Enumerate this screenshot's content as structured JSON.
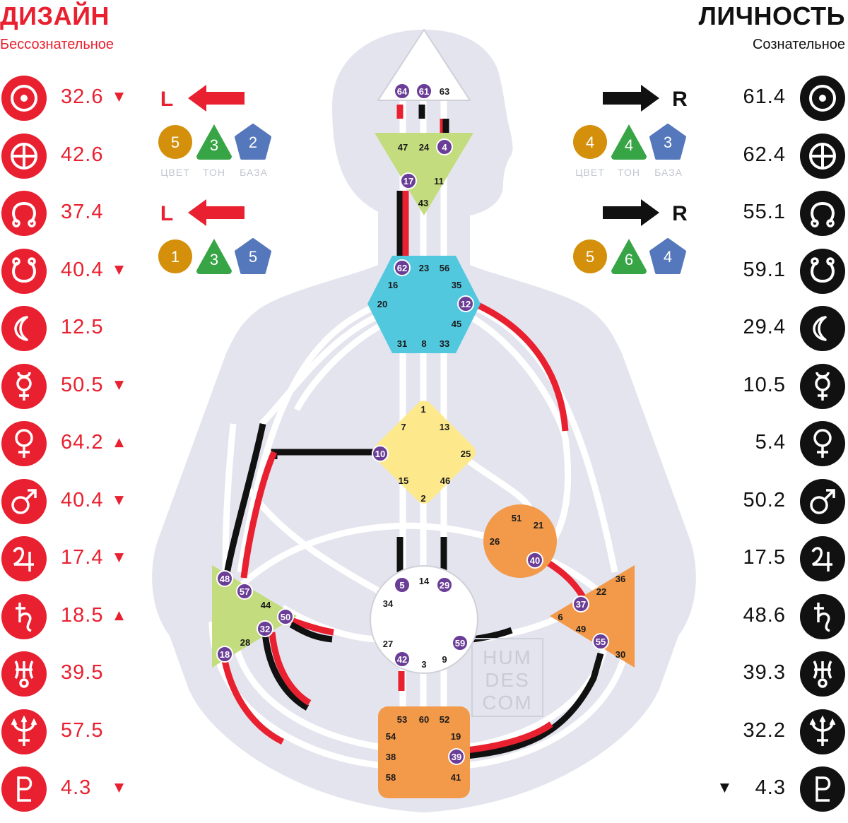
{
  "header": {
    "design_title": "ДИЗАЙН",
    "design_subtitle": "Бессознательное",
    "personality_title": "ЛИЧНОСТЬ",
    "personality_subtitle": "Сознательное"
  },
  "colors": {
    "design": "#e8202f",
    "personality": "#111111",
    "body": "#e4e4ee",
    "gate_dot": "#6a3d96",
    "yellow_center": "#fde98c",
    "green_center": "#c3dc7e",
    "blue_center": "#52c8df",
    "orange_center": "#f2994a"
  },
  "planets": [
    {
      "icon": "sun-icon",
      "design": "32.6",
      "design_arrow": "▼",
      "personality": "61.4",
      "personality_arrow": ""
    },
    {
      "icon": "earth-icon",
      "design": "42.6",
      "design_arrow": "",
      "personality": "62.4",
      "personality_arrow": ""
    },
    {
      "icon": "north-node-icon",
      "design": "37.4",
      "design_arrow": "",
      "personality": "55.1",
      "personality_arrow": ""
    },
    {
      "icon": "south-node-icon",
      "design": "40.4",
      "design_arrow": "▼",
      "personality": "59.1",
      "personality_arrow": ""
    },
    {
      "icon": "moon-icon",
      "design": "12.5",
      "design_arrow": "",
      "personality": "29.4",
      "personality_arrow": ""
    },
    {
      "icon": "mercury-icon",
      "design": "50.5",
      "design_arrow": "▼",
      "personality": "10.5",
      "personality_arrow": ""
    },
    {
      "icon": "venus-icon",
      "design": "64.2",
      "design_arrow": "▲",
      "personality": "5.4",
      "personality_arrow": ""
    },
    {
      "icon": "mars-icon",
      "design": "40.4",
      "design_arrow": "▼",
      "personality": "50.2",
      "personality_arrow": ""
    },
    {
      "icon": "jupiter-icon",
      "design": "17.4",
      "design_arrow": "▼",
      "personality": "17.5",
      "personality_arrow": ""
    },
    {
      "icon": "saturn-icon",
      "design": "18.5",
      "design_arrow": "▲",
      "personality": "48.6",
      "personality_arrow": ""
    },
    {
      "icon": "uranus-icon",
      "design": "39.5",
      "design_arrow": "",
      "personality": "39.3",
      "personality_arrow": ""
    },
    {
      "icon": "neptune-icon",
      "design": "57.5",
      "design_arrow": "",
      "personality": "32.2",
      "personality_arrow": ""
    },
    {
      "icon": "pluto-icon",
      "design": "4.3",
      "design_arrow": "▼",
      "personality": "4.3",
      "personality_arrow": "▼"
    }
  ],
  "variables": {
    "labels": {
      "color": "ЦВЕТ",
      "tone": "ТОН",
      "base": "БАЗА"
    },
    "design_top": {
      "direction": "L",
      "color": "5",
      "tone": "3",
      "base": "2"
    },
    "design_bottom": {
      "direction": "L",
      "color": "1",
      "tone": "3",
      "base": "5"
    },
    "personality_top": {
      "direction": "R",
      "color": "4",
      "tone": "4",
      "base": "3"
    },
    "personality_bottom": {
      "direction": "R",
      "color": "5",
      "tone": "6",
      "base": "4"
    }
  },
  "watermark": [
    "HUM",
    "DES",
    "COM"
  ],
  "gates": [
    {
      "n": "64",
      "active": true
    },
    {
      "n": "61",
      "active": true
    },
    {
      "n": "63",
      "active": false
    },
    {
      "n": "47",
      "active": false
    },
    {
      "n": "24",
      "active": false
    },
    {
      "n": "4",
      "active": true
    },
    {
      "n": "17",
      "active": true
    },
    {
      "n": "11",
      "active": false
    },
    {
      "n": "43",
      "active": false
    },
    {
      "n": "62",
      "active": true
    },
    {
      "n": "23",
      "active": false
    },
    {
      "n": "56",
      "active": false
    },
    {
      "n": "16",
      "active": false
    },
    {
      "n": "35",
      "active": false
    },
    {
      "n": "20",
      "active": false
    },
    {
      "n": "12",
      "active": true
    },
    {
      "n": "45",
      "active": false
    },
    {
      "n": "31",
      "active": false
    },
    {
      "n": "8",
      "active": false
    },
    {
      "n": "33",
      "active": false
    },
    {
      "n": "1",
      "active": false
    },
    {
      "n": "7",
      "active": false
    },
    {
      "n": "13",
      "active": false
    },
    {
      "n": "10",
      "active": true
    },
    {
      "n": "25",
      "active": false
    },
    {
      "n": "15",
      "active": false
    },
    {
      "n": "46",
      "active": false
    },
    {
      "n": "2",
      "active": false
    },
    {
      "n": "51",
      "active": false
    },
    {
      "n": "21",
      "active": false
    },
    {
      "n": "26",
      "active": false
    },
    {
      "n": "40",
      "active": true
    },
    {
      "n": "48",
      "active": true
    },
    {
      "n": "57",
      "active": true
    },
    {
      "n": "44",
      "active": false
    },
    {
      "n": "50",
      "active": true
    },
    {
      "n": "32",
      "active": true
    },
    {
      "n": "28",
      "active": false
    },
    {
      "n": "18",
      "active": true
    },
    {
      "n": "5",
      "active": true
    },
    {
      "n": "14",
      "active": false
    },
    {
      "n": "29",
      "active": true
    },
    {
      "n": "34",
      "active": false
    },
    {
      "n": "27",
      "active": false
    },
    {
      "n": "59",
      "active": true
    },
    {
      "n": "42",
      "active": true
    },
    {
      "n": "3",
      "active": false
    },
    {
      "n": "9",
      "active": false
    },
    {
      "n": "36",
      "active": false
    },
    {
      "n": "22",
      "active": false
    },
    {
      "n": "37",
      "active": true
    },
    {
      "n": "6",
      "active": false
    },
    {
      "n": "49",
      "active": false
    },
    {
      "n": "55",
      "active": true
    },
    {
      "n": "30",
      "active": false
    },
    {
      "n": "53",
      "active": false
    },
    {
      "n": "60",
      "active": false
    },
    {
      "n": "52",
      "active": false
    },
    {
      "n": "54",
      "active": false
    },
    {
      "n": "19",
      "active": false
    },
    {
      "n": "38",
      "active": false
    },
    {
      "n": "39",
      "active": true
    },
    {
      "n": "58",
      "active": false
    },
    {
      "n": "41",
      "active": false
    }
  ]
}
